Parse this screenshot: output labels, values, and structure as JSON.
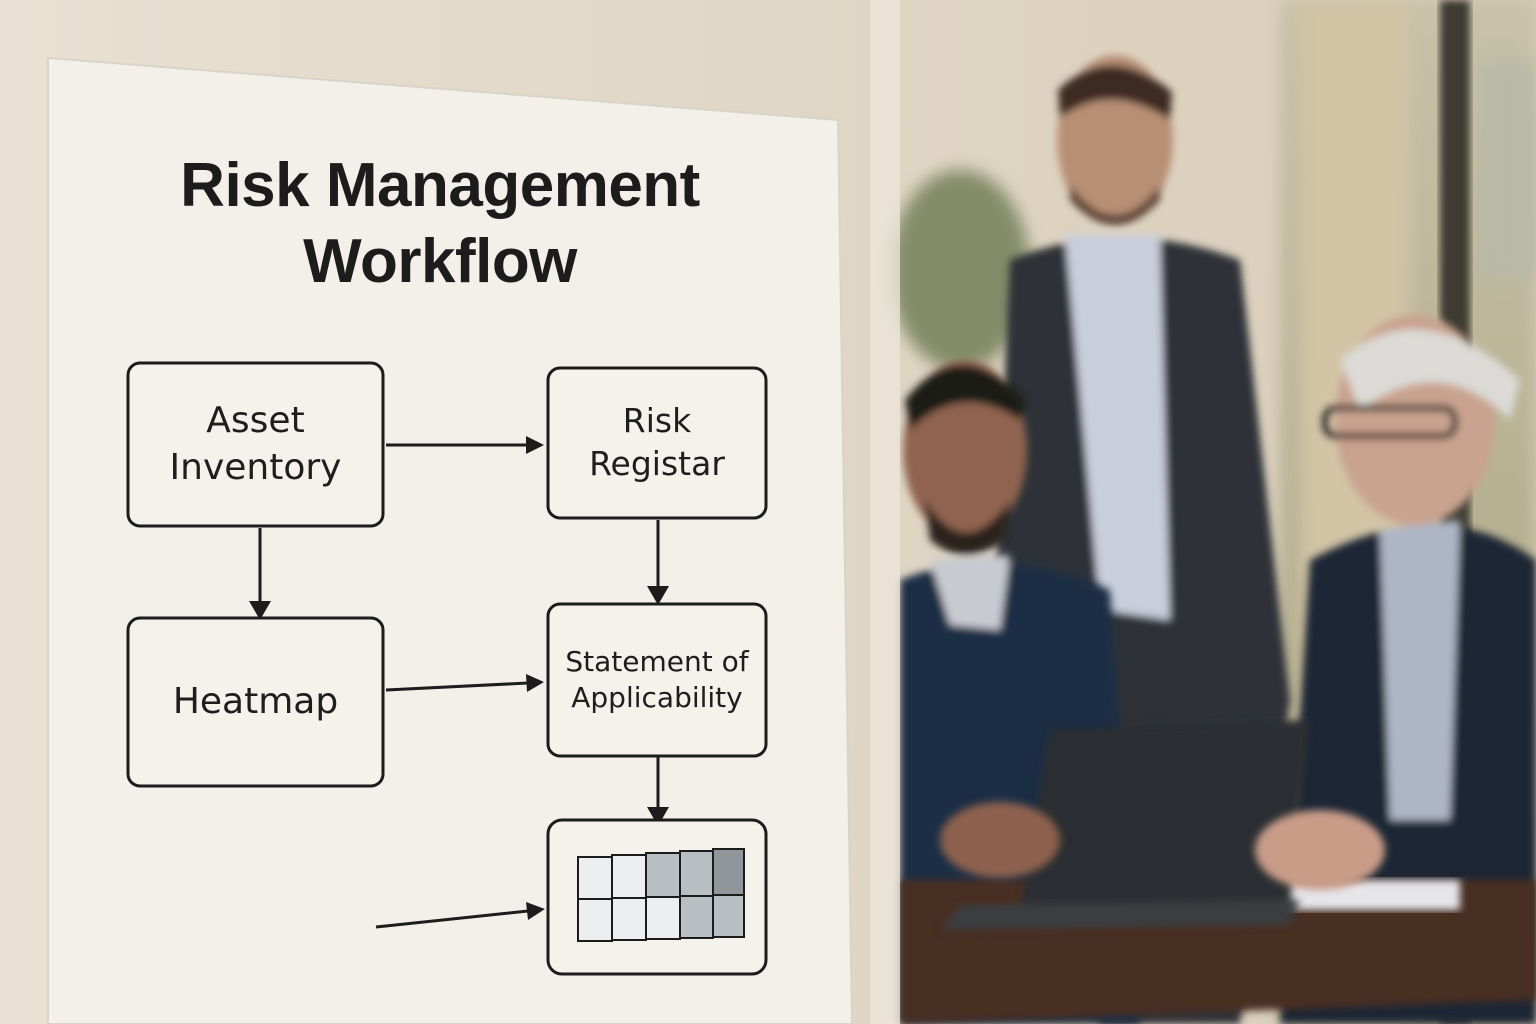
{
  "poster": {
    "title_line1": "Risk Management",
    "title_line2": "Workflow",
    "nodes": {
      "asset_inventory": {
        "line1": "Asset",
        "line2": "Inventory"
      },
      "risk_register": {
        "line1": "Risk",
        "line2": "Registar"
      },
      "heatmap": {
        "label": "Heatmap"
      },
      "soa": {
        "line1": "Statement of",
        "line2": "Applicability"
      }
    }
  },
  "colors": {
    "wall": "#e4dccd",
    "poster": "#f2efe8",
    "ink": "#1c1c1c",
    "grid_dark": "#8f979c",
    "grid_mid": "#b8bfc3",
    "grid_light": "#eceef0"
  }
}
